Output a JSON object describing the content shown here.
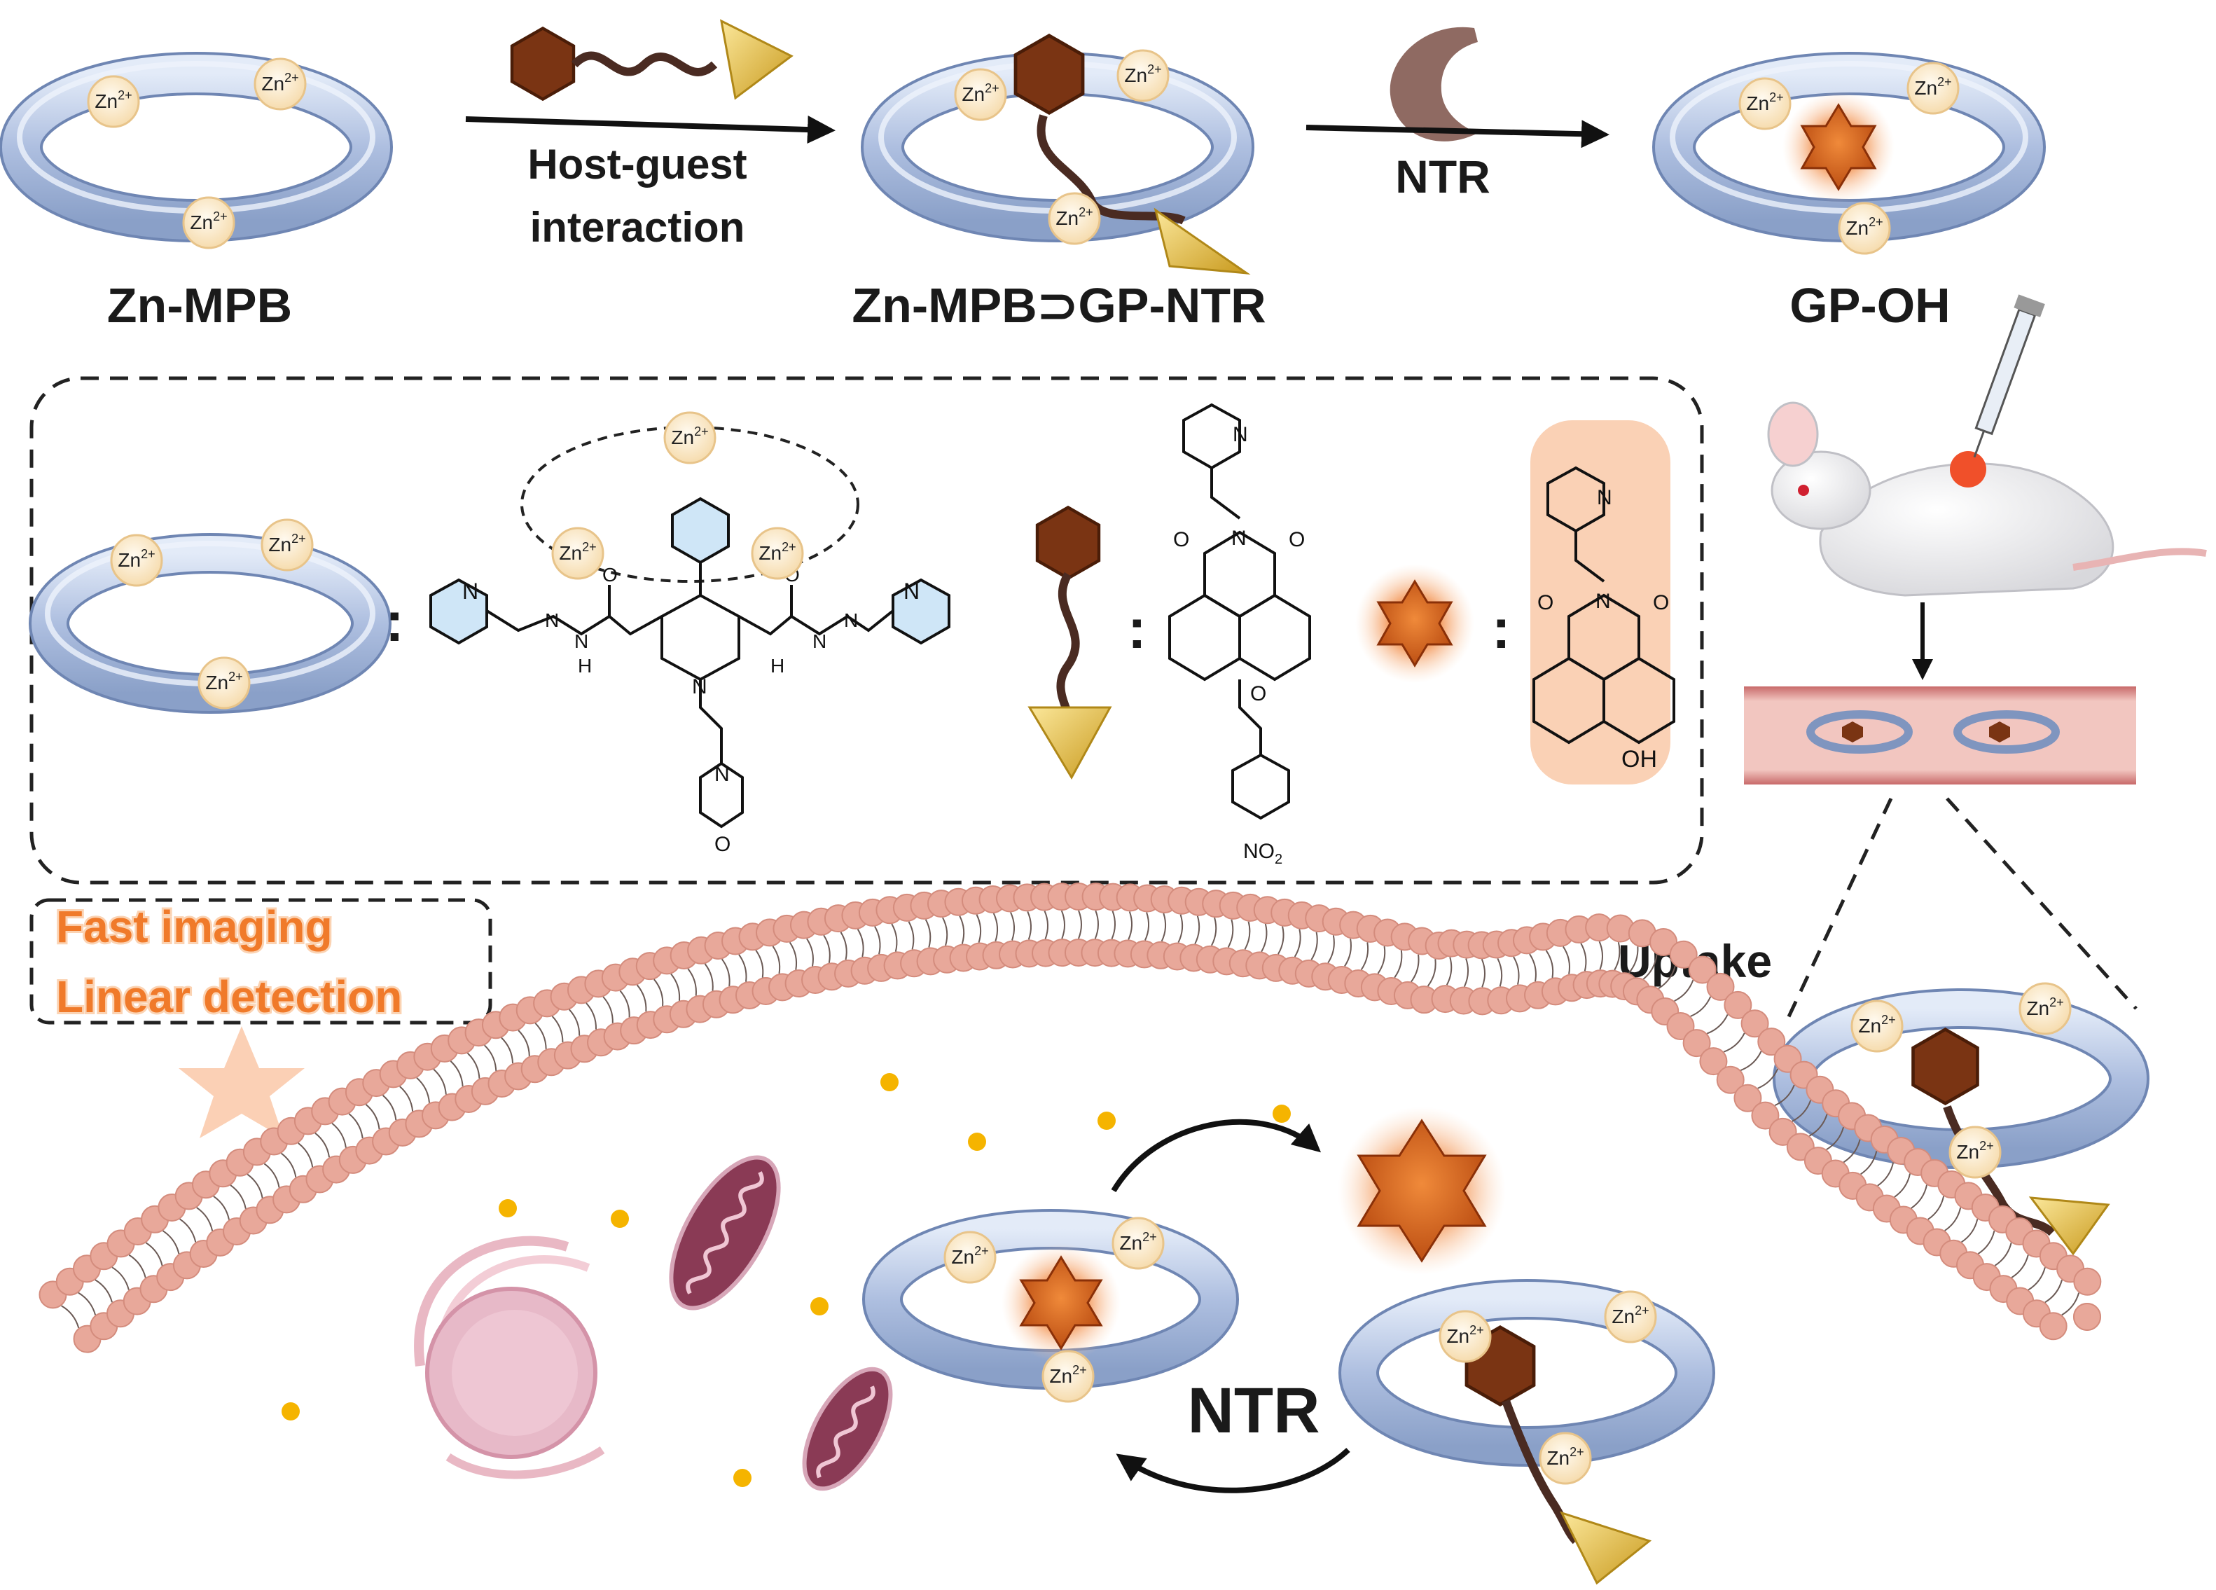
{
  "labels": {
    "zn_mpb": "Zn-MPB",
    "complex": "Zn-MPB⊃GP-NTR",
    "gp_oh": "GP-OH",
    "host_guest_1": "Host-guest",
    "host_guest_2": "interaction",
    "ntr_top": "NTR",
    "ntr_bottom": "NTR",
    "uptake": "Uptake",
    "fast_imaging": "Fast imaging",
    "linear_detection": "Linear detection",
    "colon": ":"
  },
  "ion": {
    "base": "Zn",
    "charge": "2+"
  },
  "chemistry": {
    "n": "N",
    "h": "H",
    "o": "O",
    "oh": "OH",
    "no2_base": "NO",
    "no2_sub": "2"
  },
  "colors": {
    "ring": "#b8c9e6",
    "ring_stroke": "#7f95bf",
    "hexagon": "#7a3413",
    "cone": "#e7b93a",
    "star": "#d9661a",
    "glow": "#f7b385",
    "membrane": "#e8a89a",
    "enzyme": "#8f6a62"
  }
}
